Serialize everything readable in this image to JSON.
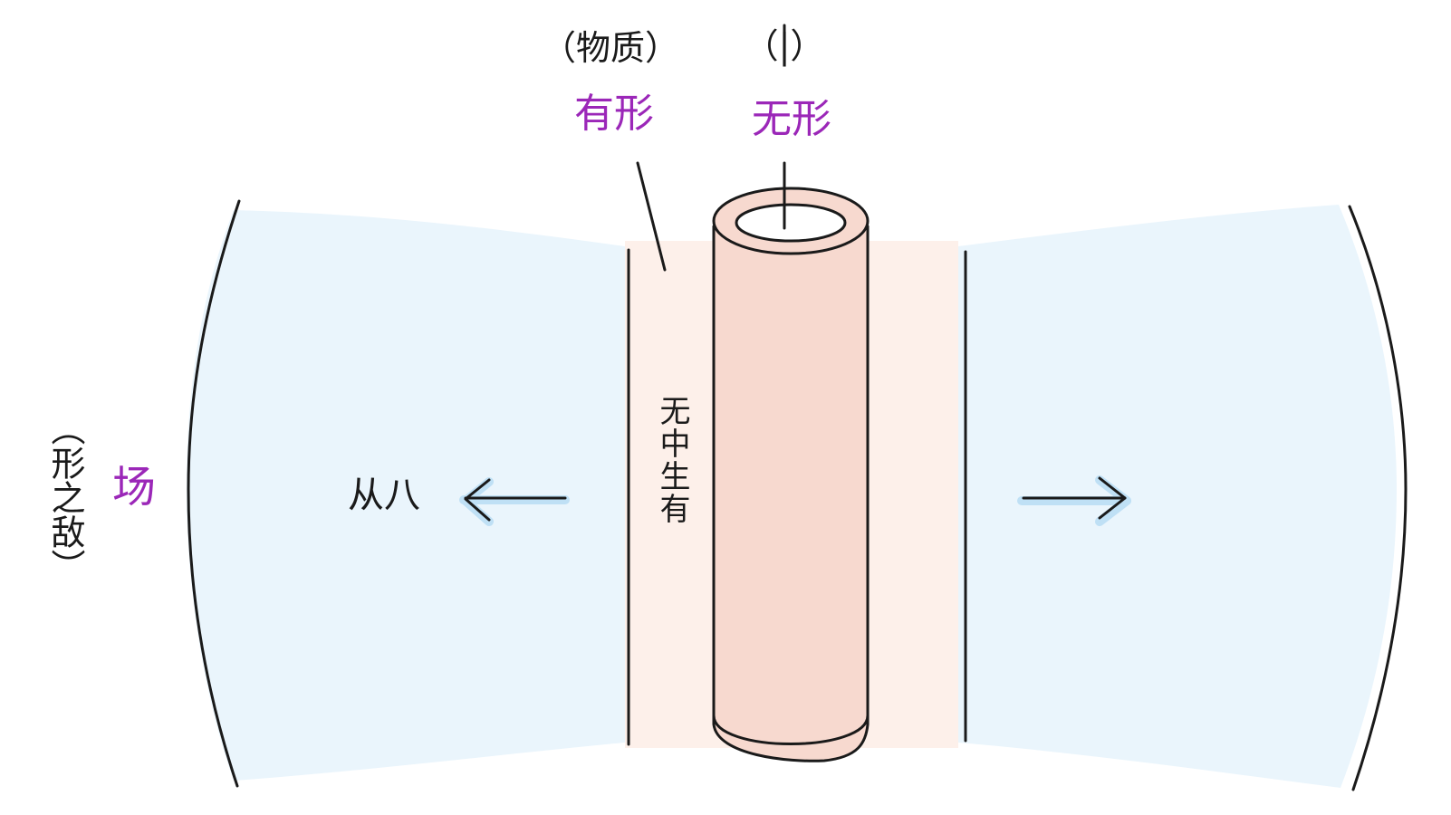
{
  "labels": {
    "top_left_bracket": "（物质）",
    "top_left_purple": "有形",
    "top_right_bracket": "（|）",
    "top_right_purple": "无形",
    "center_vertical": "无中生有",
    "left_vertical_bracket": "（形之敌）",
    "left_purple": "场",
    "left_arrow_text": "从八"
  },
  "colors": {
    "outer_field": "#eaf5fc",
    "inner_band": "#fdf0ea",
    "tube_fill": "#f7d9cf",
    "tube_stroke": "#1a1a1a",
    "ink": "#1a1a1a",
    "purple": "#9b27b8",
    "arrow_glow": "#bfe0f5"
  },
  "icons": {
    "left_arrow": "arrow-left-icon",
    "right_arrow": "arrow-right-icon"
  }
}
